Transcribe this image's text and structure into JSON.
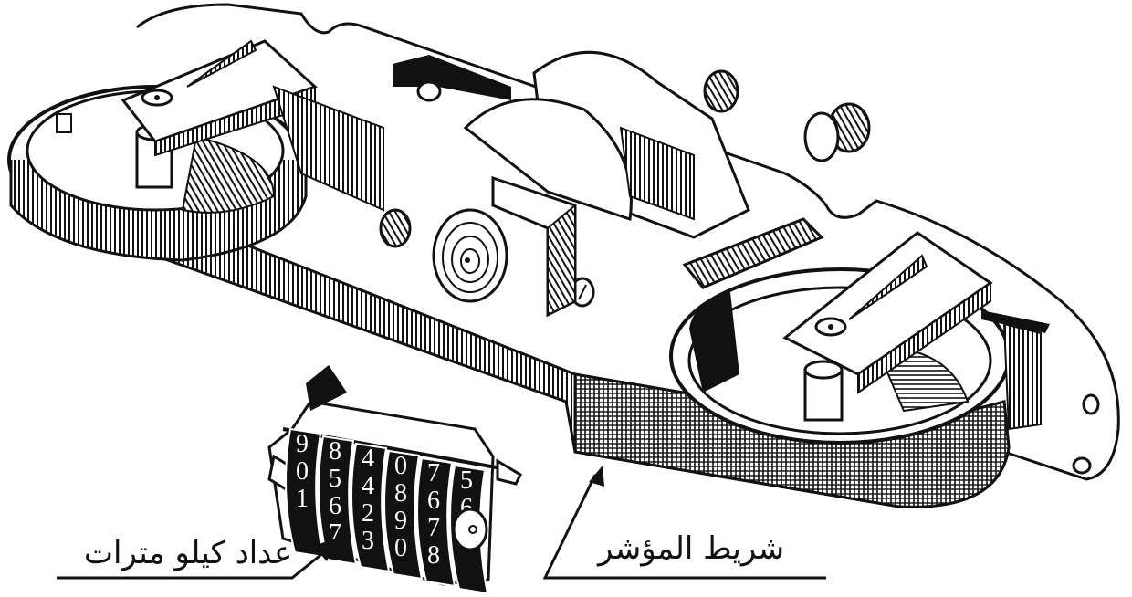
{
  "figure": {
    "subject": "tape-drive indicator mechanism (isometric line drawing)",
    "colors": {
      "ink": "#111111",
      "paper": "#ffffff"
    }
  },
  "labels": {
    "counter": "عداد كيلو مترات",
    "tape": "شريط المؤشر"
  },
  "counter_wheels": [
    [
      "9",
      "0",
      "1"
    ],
    [
      "8",
      "5",
      "6",
      "7"
    ],
    [
      "4",
      "4",
      "2",
      "3"
    ],
    [
      "0",
      "8",
      "9",
      "0"
    ],
    [
      "7",
      "6",
      "7",
      "8"
    ],
    [
      "5",
      "6"
    ]
  ]
}
